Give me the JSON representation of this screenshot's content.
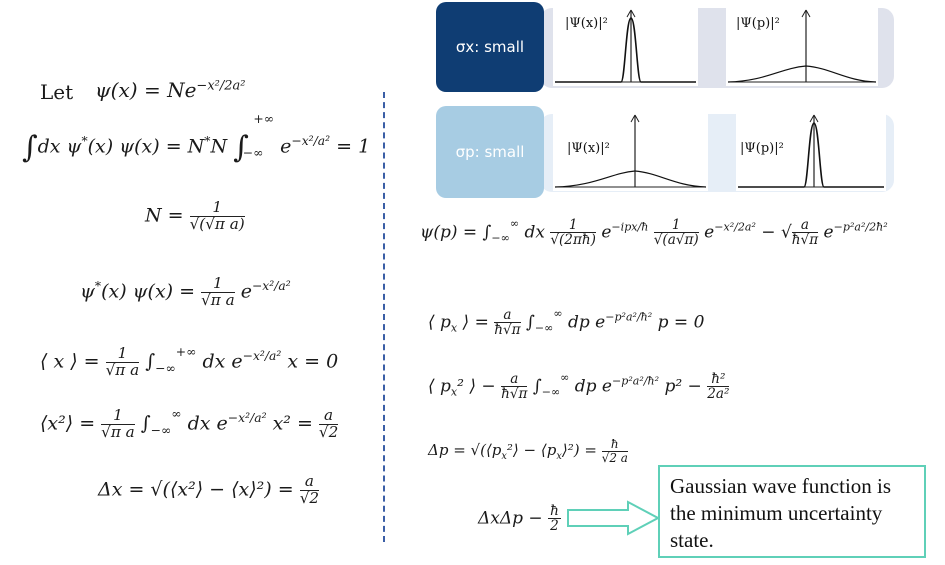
{
  "left": {
    "let_word": "Let",
    "eq_psi_def": "ψ(x) = Ne^(−x²/2a²)",
    "eq_norm": "∫dx ψ*(x) ψ(x) = N*N ∫_{−∞}^{+∞} e^(−x²/a²) = 1",
    "eq_N": "N = 1/√(√π a)",
    "eq_prob": "ψ*(x) ψ(x) = (1/(√π a)) e^(−x²/a²)",
    "eq_x_mean": "⟨x⟩ = (1/(√π a)) ∫_{−∞}^{+∞} dx e^(−x²/a²) x = 0",
    "eq_x2_mean": "⟨x²⟩ = (1/(√π a)) ∫_{−∞}^{∞} dx e^(−x²/a²) x² = a/√2",
    "eq_dx": "Δx = √(⟨x²⟩ − ⟨x⟩²) = a/√2"
  },
  "right": {
    "panel_top": {
      "label": "σx: small",
      "plot1_label": "|Ψ(x)|²",
      "plot2_label": "|Ψ(p)|²"
    },
    "panel_bottom": {
      "label": "σp: small",
      "plot1_label": "|Ψ(x)|²",
      "plot2_label": "|Ψ(p)|²"
    },
    "eq_phi_p": "ψ(p) = ∫_{−∞}^{∞} dx (1/√(2πħ)) e^(−ipx/ħ) (1/√(a√π)) e^(−x²/2a²) − √(a/(ħ√π)) e^(−p²a²/2ħ²)",
    "eq_p_mean": "⟨px⟩ = (a/(ħ√π)) ∫_{−∞}^{∞} dp e^(−p²a²/ħ²) p = 0",
    "eq_p2_mean": "⟨px²⟩ − (a/(ħ√π)) ∫_{−∞}^{∞} dp e^(−p²a²/ħ²) p² − ħ²/2a²",
    "eq_dp": "Δp = √(⟨px²⟩ − ⟨px⟩²) = ħ/(√2 a)",
    "eq_product": "ΔxΔp − ħ/2",
    "note": "Gaussian wave function is the minimum uncertainty state."
  },
  "colors": {
    "panel_top_dark": "#0f3d73",
    "panel_bottom_light": "#a7cce3",
    "plot_bar": "#dfe2ec",
    "divider": "#3b5ea6",
    "note_border": "#5fd0b8"
  }
}
